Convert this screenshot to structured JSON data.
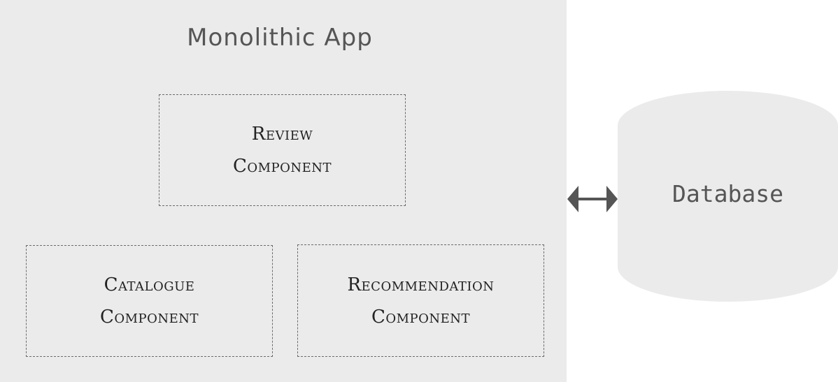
{
  "diagram": {
    "app": {
      "title": "Monolithic App"
    },
    "components": {
      "review": {
        "line1": "Review",
        "line2": "Component"
      },
      "catalogue": {
        "line1": "Catalogue",
        "line2": "Component"
      },
      "recommendation": {
        "line1": "Recommendation",
        "line2": "Component"
      }
    },
    "connector": {
      "icon": "double-arrow-icon",
      "color": "#555555"
    },
    "database": {
      "label": "Database",
      "fill": "#ebebeb"
    },
    "colors": {
      "panel": "#ebebeb",
      "border": "#6b6b6b",
      "text": "#222222"
    }
  }
}
